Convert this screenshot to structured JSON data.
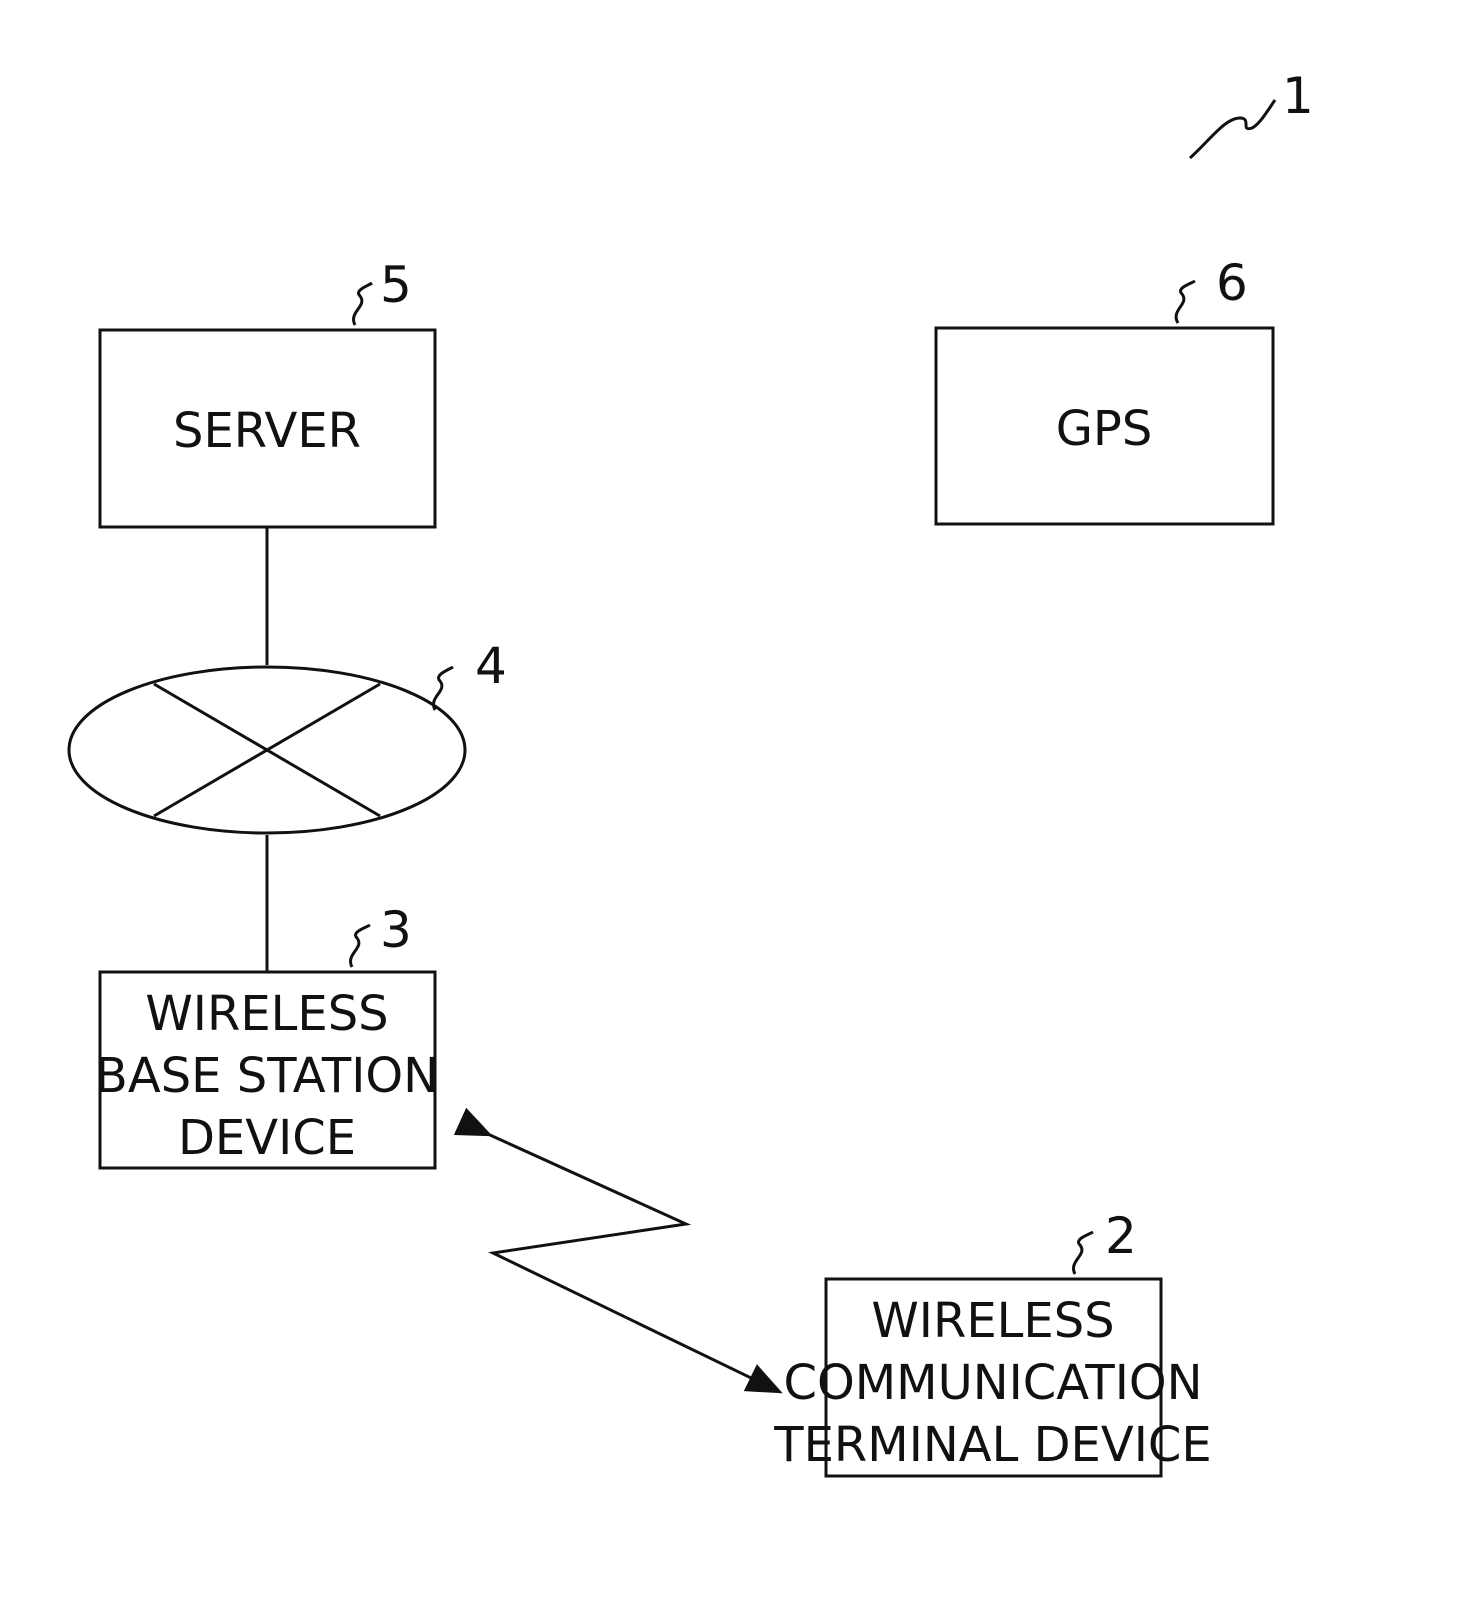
{
  "diagram": {
    "system_ref": "1",
    "nodes": {
      "server": {
        "label": "SERVER",
        "ref": "5"
      },
      "gps": {
        "label": "GPS",
        "ref": "6"
      },
      "network": {
        "ref": "4"
      },
      "base_station": {
        "lines": [
          "WIRELESS",
          "BASE STATION",
          "DEVICE"
        ],
        "ref": "3"
      },
      "terminal": {
        "lines": [
          "WIRELESS",
          "COMMUNICATION",
          "TERMINAL DEVICE"
        ],
        "ref": "2"
      }
    }
  }
}
